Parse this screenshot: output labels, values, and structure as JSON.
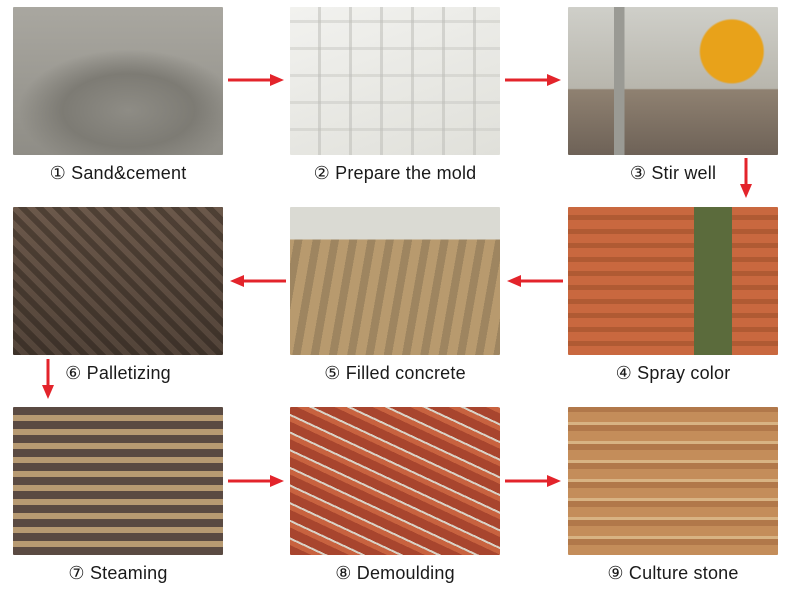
{
  "colors": {
    "arrow": "#e3242b",
    "caption_text": "#1a1a1a"
  },
  "steps": [
    {
      "label": "① Sand&cement"
    },
    {
      "label": "② Prepare the mold"
    },
    {
      "label": "③ Stir well"
    },
    {
      "label": "④ Spray color"
    },
    {
      "label": "⑤ Filled concrete"
    },
    {
      "label": "⑥ Palletizing"
    },
    {
      "label": "⑦ Steaming"
    },
    {
      "label": "⑧ Demoulding"
    },
    {
      "label": "⑨ Culture stone"
    }
  ]
}
